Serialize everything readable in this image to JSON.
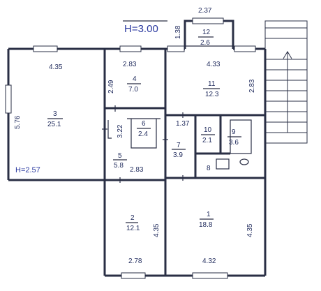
{
  "plan": {
    "height_main": "H=3.00",
    "height_room3": "H=2.57",
    "rooms": [
      {
        "id": "1",
        "number": "1",
        "area": "18.8"
      },
      {
        "id": "2",
        "number": "2",
        "area": "12.1"
      },
      {
        "id": "3",
        "number": "3",
        "area": "25.1"
      },
      {
        "id": "4",
        "number": "4",
        "area": "7.0"
      },
      {
        "id": "5",
        "number": "5",
        "area": "5.8"
      },
      {
        "id": "6",
        "number": "6",
        "area": "2.4"
      },
      {
        "id": "7",
        "number": "7",
        "area": "3.9"
      },
      {
        "id": "8",
        "number": "8",
        "area": ""
      },
      {
        "id": "9",
        "number": "9",
        "area": "3.6"
      },
      {
        "id": "10",
        "number": "10",
        "area": "2.1"
      },
      {
        "id": "11",
        "number": "11",
        "area": "12.3"
      },
      {
        "id": "12",
        "number": "12",
        "area": "2.6"
      }
    ],
    "dimensions": {
      "balcony_width": "2.37",
      "balcony_depth": "1.38",
      "room3_width": "4.35",
      "room3_height": "5.76",
      "room4_width": "2.83",
      "room4_height": "2.49",
      "room11_width": "4.33",
      "room11_height": "2.83",
      "room5_height": "3.22",
      "room5_width": "2.83",
      "room7_width": "1.37",
      "room2_height": "4.35",
      "room2_width": "2.78",
      "room1_height": "4.35",
      "room1_width": "4.32"
    }
  }
}
